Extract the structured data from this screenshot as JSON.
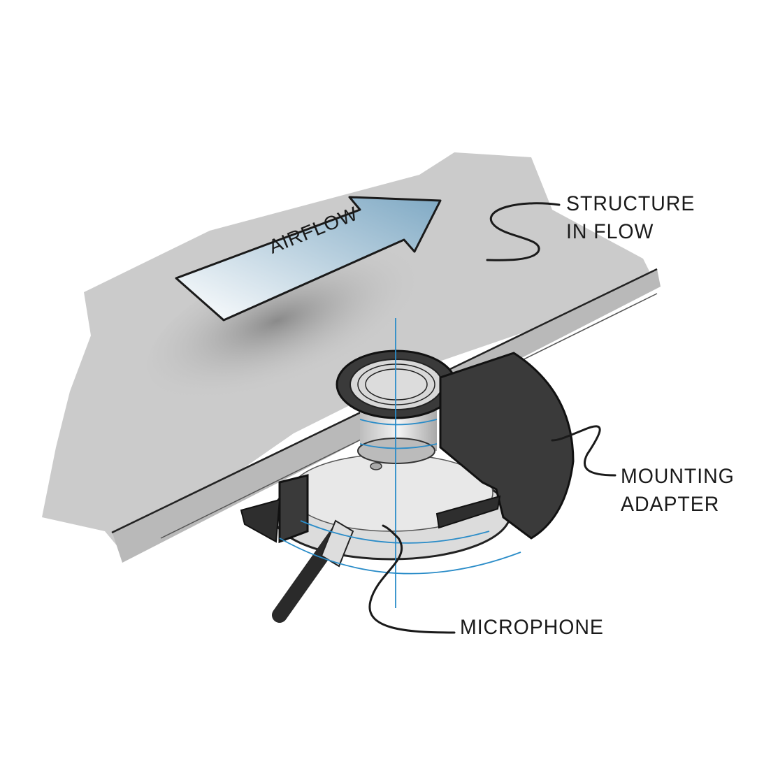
{
  "labels": {
    "airflow": "AIRFLOW",
    "structure_line1": "STRUCTURE",
    "structure_line2": "IN FLOW",
    "mounting_line1": "MOUNTING",
    "mounting_line2": "ADAPTER",
    "microphone": "MICROPHONE"
  },
  "colors": {
    "structure": "#c8c8c8",
    "adapter": "#3a3a3a",
    "guide_lines": "#2a8cc8",
    "arrow_start": "#ffffff",
    "arrow_end": "#7fa9c4"
  }
}
